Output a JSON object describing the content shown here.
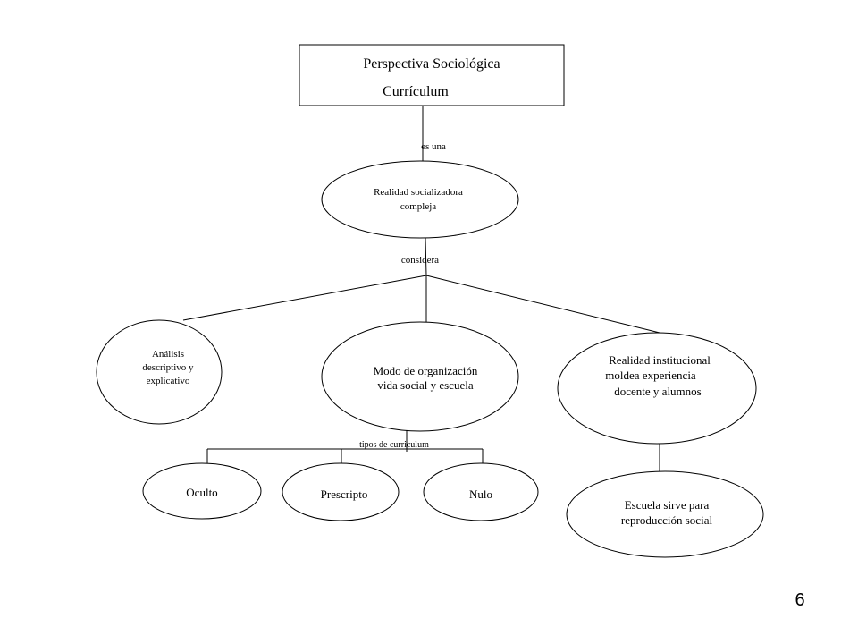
{
  "title_box": {
    "line1": "Perspectiva Sociológica",
    "line2": "Currículum"
  },
  "edges": {
    "es_una": "es una",
    "considera": "considera",
    "tipos": "tipos de curriculum"
  },
  "nodes": {
    "realidad_socializadora": [
      "Realidad socializadora",
      "compleja"
    ],
    "analisis": [
      "Análisis",
      "descriptivo y",
      "explicativo"
    ],
    "modo": [
      "Modo de organización",
      "vida social y escuela"
    ],
    "realidad_institucional": [
      "Realidad institucional",
      "moldea experiencia",
      "docente y alumnos"
    ],
    "oculto": "Oculto",
    "prescripto": "Prescripto",
    "nulo": "Nulo",
    "escuela": [
      "Escuela sirve para",
      "reproducción social"
    ]
  },
  "page_number": "6"
}
